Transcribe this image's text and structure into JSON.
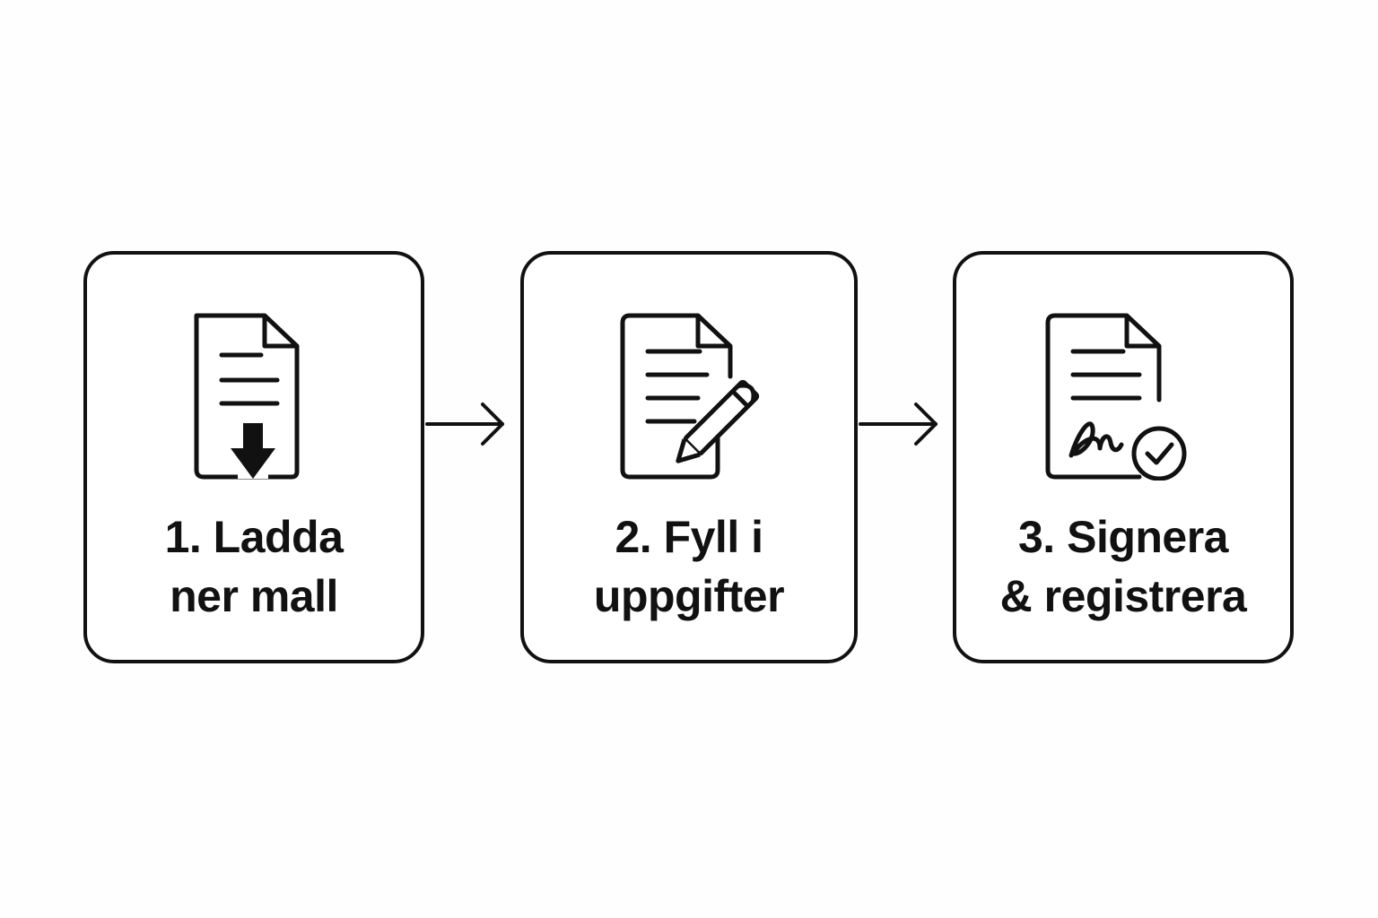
{
  "steps": [
    {
      "id": "step-1",
      "icon": "document-download-icon",
      "label_line1": "1. Ladda",
      "label_line2": "ner mall"
    },
    {
      "id": "step-2",
      "icon": "document-edit-icon",
      "label_line1": "2. Fyll i",
      "label_line2": "uppgifter"
    },
    {
      "id": "step-3",
      "icon": "document-signed-icon",
      "label_line1": "3. Signera",
      "label_line2": "& registrera"
    }
  ],
  "connectors": [
    "arrow-right-icon",
    "arrow-right-icon"
  ],
  "colors": {
    "stroke": "#111111",
    "background": "#ffffff"
  }
}
